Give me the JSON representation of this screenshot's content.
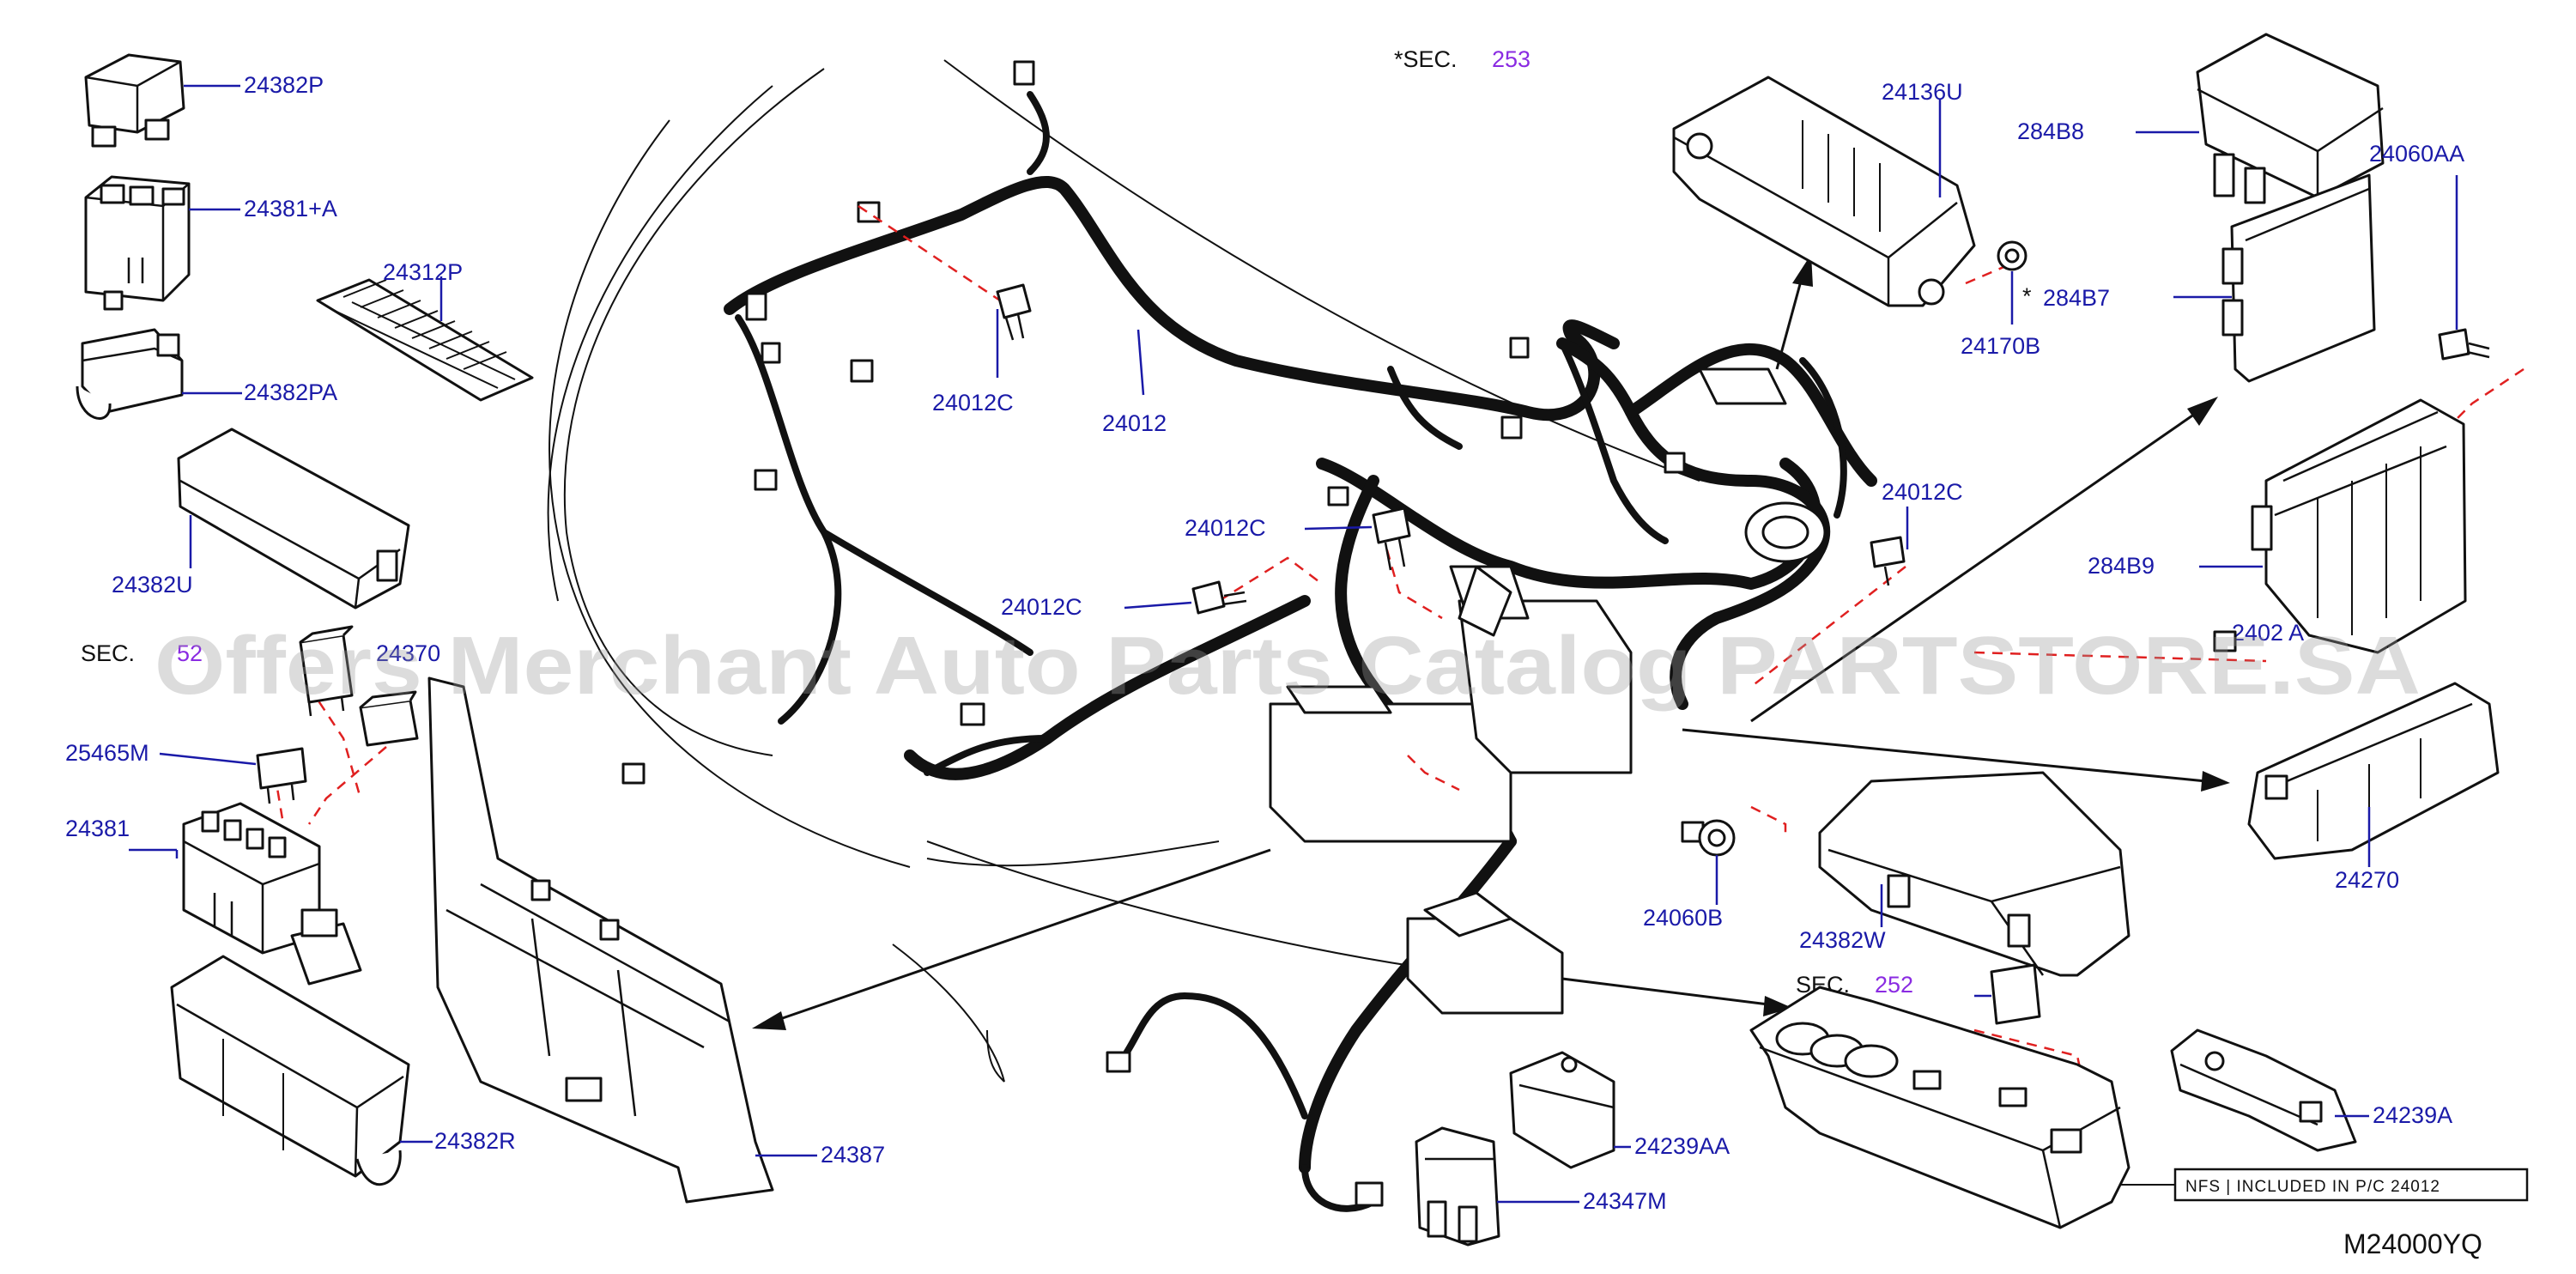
{
  "diagram": {
    "diagram_code": "M24000YQ",
    "watermark": "Offers Merchant Auto Parts Catalog PARTSTORE.SA",
    "note_box": "NFS    |    INCLUDED    IN    P/C    24012",
    "sections": {
      "sec_253_prefix": "*SEC.",
      "sec_253_num": "253",
      "sec_52_prefix": "SEC.",
      "sec_52_num": "52",
      "sec_252_prefix": "SEC.",
      "sec_252_num": "252"
    },
    "labels": {
      "p24382P": "24382P",
      "p24381A": "24381+A",
      "p24312P": "24312P",
      "p24382PA": "24382PA",
      "p24382U": "24382U",
      "p24370": "24370",
      "p25465M": "25465M",
      "p24381": "24381",
      "p24382R": "24382R",
      "p24387": "24387",
      "p24012C_a": "24012C",
      "p24012": "24012",
      "p24012C_b": "24012C",
      "p24012C_c": "24012C",
      "p24012C_d": "24012C",
      "p24136U": "24136U",
      "p24170B": "24170B",
      "p284B8": "284B8",
      "p284B7_star": "*",
      "p284B7": "284B7",
      "p24060AA": "24060AA",
      "p284B9": "284B9",
      "p2402A": "2402 A",
      "p24270": "24270",
      "p24060B": "24060B",
      "p24382W": "24382W",
      "p24239A": "24239A",
      "p24239AA": "24239AA",
      "p24347M": "24347M"
    }
  }
}
